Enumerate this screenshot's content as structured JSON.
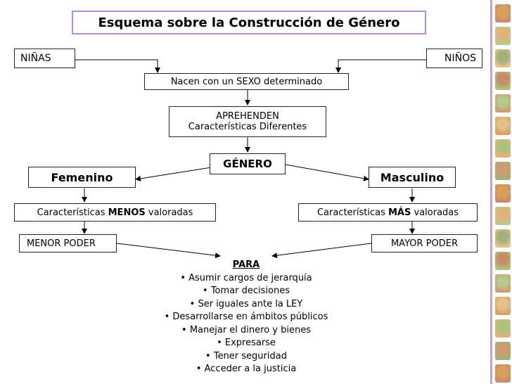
{
  "title": "Esquema sobre la Construcción de Género",
  "ninas": "NIÑAS",
  "ninos": "NIÑOS",
  "nacen": "Nacen con un SEXO determinado",
  "aprehenden_line1": "APREHENDEN",
  "aprehenden_line2": "Características Diferentes",
  "genero": "GÉNERO",
  "femenino": "Femenino",
  "masculino": "Masculino",
  "caracteristicas_menos": {
    "prefix": "Características ",
    "emph": "MENOS",
    "suffix": " valoradas"
  },
  "caracteristicas_mas": {
    "prefix": "Características ",
    "emph": "MÁS",
    "suffix": " valoradas"
  },
  "menor_poder": "MENOR PODER",
  "mayor_poder": "MAYOR PODER",
  "para": {
    "header": "PARA",
    "items": [
      "• Asumir cargos de jerarquía",
      "• Tomar decisiones",
      "• Ser iguales ante la LEY",
      "• Desarrollarse en ámbitos públicos",
      "• Manejar el dinero y bienes",
      "• Expresarse",
      "• Tener seguridad",
      "• Acceder a la justicia"
    ]
  },
  "colors": {
    "title_border": "#b58bd6",
    "photo_strip_border": "#c79be0",
    "photo_palette": [
      "#d9a05b",
      "#e2b27a",
      "#9fb07c",
      "#c98a6a",
      "#b7c98d",
      "#e0c28a",
      "#a8c27e",
      "#cf9b72"
    ]
  }
}
